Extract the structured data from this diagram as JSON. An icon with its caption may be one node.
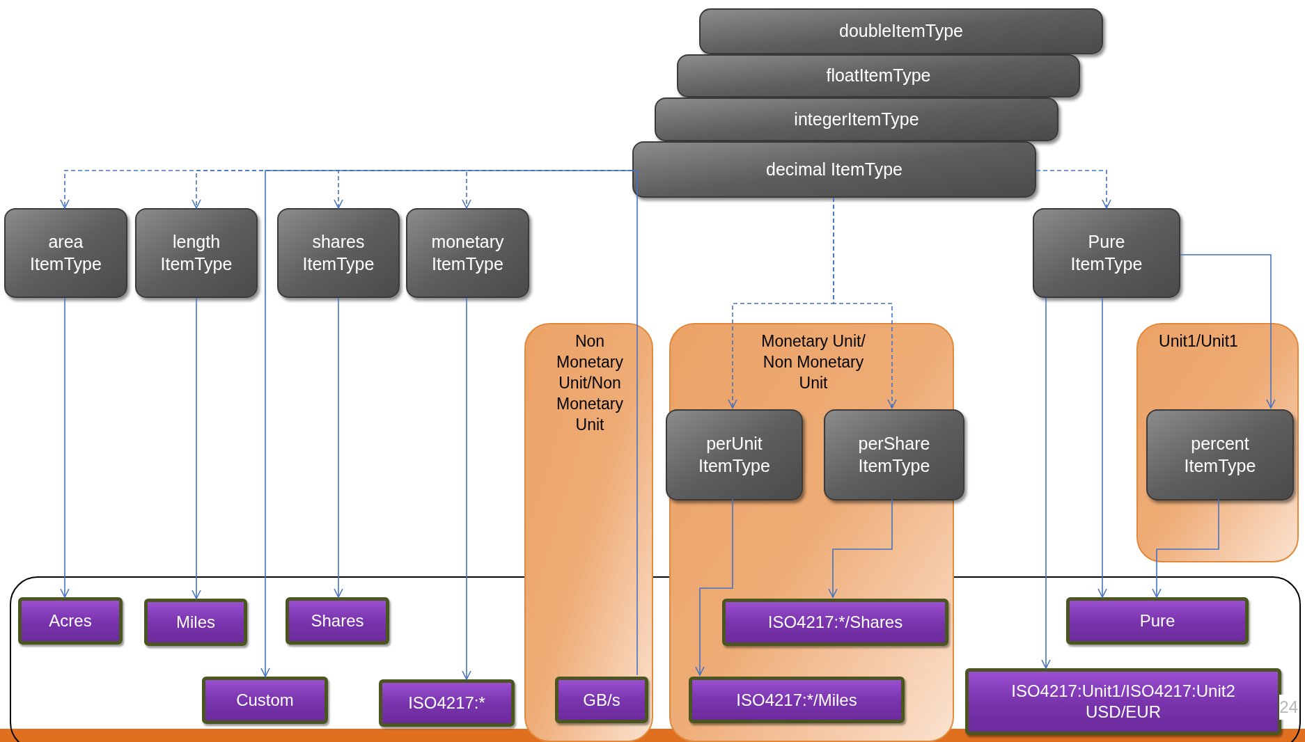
{
  "diagram": {
    "nodes": [
      {
        "text": [
          "doubleItemType"
        ]
      },
      {
        "text": [
          "floatItemType"
        ]
      },
      {
        "text": [
          "integerItemType"
        ]
      },
      {
        "text": [
          "decimal ItemType"
        ]
      },
      {
        "text": [
          "area ItemType"
        ]
      },
      {
        "text": [
          "length ItemType"
        ]
      },
      {
        "text": [
          "shares ItemType"
        ]
      },
      {
        "text": [
          "monetary ItemType"
        ]
      },
      {
        "text": [
          "Pure ItemType"
        ]
      },
      {
        "text": [
          "Non Monetary Unit/Non Monetary Unit"
        ]
      },
      {
        "text": [
          "Monetary Unit/ Non Monetary Unit"
        ]
      },
      {
        "text": [
          "perUnit ItemType"
        ],
        "in": 10
      },
      {
        "text": [
          "perShare ItemType"
        ],
        "in": 10
      },
      {
        "text": [
          "Unit1/Unit1"
        ]
      },
      {
        "text": [
          "percent ItemType"
        ],
        "in": 13
      },
      {
        "text": [
          "Acres"
        ]
      },
      {
        "text": [
          "Miles"
        ]
      },
      {
        "text": [
          "Shares"
        ]
      },
      {
        "text": [
          "ISO4217:*/Shares"
        ],
        "in": 10
      },
      {
        "text": [
          "Pure"
        ]
      },
      {
        "text": [
          "Custom"
        ]
      },
      {
        "text": [
          "ISO4217:*"
        ]
      },
      {
        "text": [
          "GB/s"
        ],
        "in": 9
      },
      {
        "text": [
          "ISO4217:*/Miles"
        ],
        "in": 10
      },
      {
        "text": [
          "ISO4217:Unit1/ISO4217:Unit2",
          "USD/EUR"
        ]
      }
    ],
    "edges": [
      {
        "from": 3,
        "to": 4,
        "arrow": "to",
        "style": "dashed"
      },
      {
        "from": 3,
        "to": 5,
        "arrow": "to",
        "style": "dashed"
      },
      {
        "from": 3,
        "to": 6,
        "arrow": "to",
        "style": "dashed"
      },
      {
        "from": 3,
        "to": 7,
        "arrow": "to",
        "style": "dashed"
      },
      {
        "from": 3,
        "to": 20,
        "arrow": "to"
      },
      {
        "from": 3,
        "to": 22,
        "arrow": "none"
      },
      {
        "from": 3,
        "to": 8,
        "arrow": "to",
        "style": "dashed"
      },
      {
        "from": 3,
        "to": 11,
        "arrow": "to",
        "style": "dashed"
      },
      {
        "from": 3,
        "to": 12,
        "arrow": "to",
        "style": "dashed"
      },
      {
        "from": 4,
        "to": 15,
        "arrow": "to"
      },
      {
        "from": 5,
        "to": 16,
        "arrow": "to"
      },
      {
        "from": 6,
        "to": 17,
        "arrow": "to"
      },
      {
        "from": 7,
        "to": 21,
        "arrow": "to"
      },
      {
        "from": 8,
        "to": 24,
        "arrow": "to"
      },
      {
        "from": 8,
        "to": 19,
        "arrow": "to"
      },
      {
        "from": 8,
        "to": 14,
        "arrow": "to"
      },
      {
        "from": 14,
        "to": 19,
        "arrow": "to"
      },
      {
        "from": 11,
        "to": 23,
        "arrow": "to"
      },
      {
        "from": 12,
        "to": 18,
        "arrow": "to"
      }
    ],
    "labels": [
      "24"
    ]
  }
}
